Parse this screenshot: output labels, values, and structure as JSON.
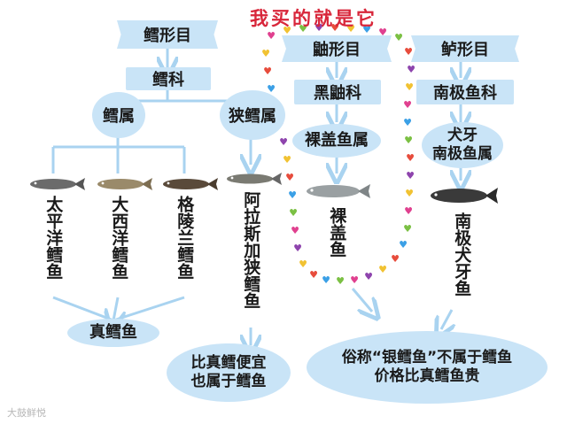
{
  "headline": "我买的就是它",
  "order_cod": "鳕形目",
  "order_ophidi": "鼬形目",
  "order_perci": "鲈形目",
  "family_gadidae": "鳕科",
  "family_ophidiidae": "黑鼬科",
  "family_nototheniidae": "南极鱼科",
  "genus_gadus": "鳕属",
  "genus_theragra": "狭鳕属",
  "genus_bare": "裸盖鱼属",
  "genus_dissostichus": "犬牙\n南极鱼属",
  "species": [
    "太平洋鳕鱼",
    "大西洋鳕鱼",
    "格陵兰鳕鱼",
    "阿拉斯加狭鳕鱼",
    "裸盖鱼",
    "南极犬牙鱼"
  ],
  "true_cod": "真鳕鱼",
  "pollock_note": "比真鳕便宜\n也属于鳕鱼",
  "silver_note": "俗称“银鳕鱼”不属于鳕鱼\n价格比真鳕鱼贵",
  "watermark": "大鼓鲜悦",
  "colors": {
    "box": "#c9e4f7",
    "line": "#a9d3f0",
    "headline": "#d8263a"
  }
}
